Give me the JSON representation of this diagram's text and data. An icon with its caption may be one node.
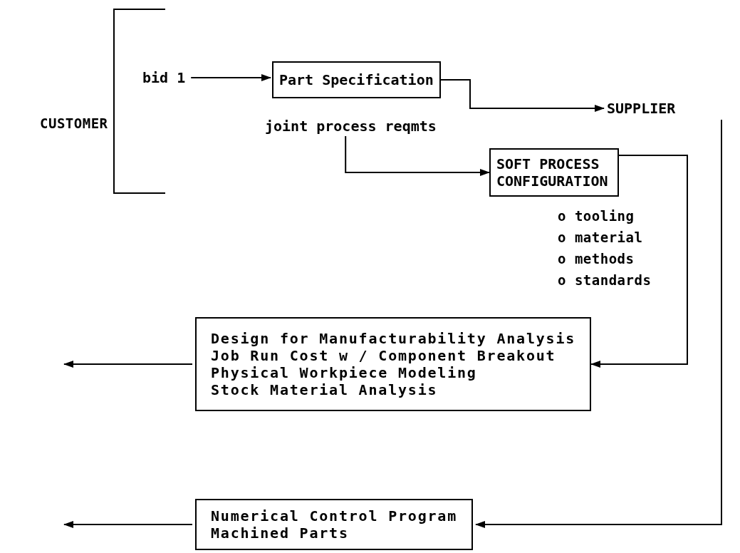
{
  "diagram": {
    "nodes": [
      {
        "text": [
          "bid 1"
        ]
      },
      {
        "text": [
          "Part Specification"
        ]
      },
      {
        "text": [
          "SUPPLIER"
        ]
      },
      {
        "text": [
          "joint process reqmts"
        ]
      },
      {
        "text": [
          "SOFT PROCESS CONFIGURATION"
        ]
      },
      {
        "text": [
          "Design for Manufacturability Analysis",
          "Job Run Cost w / Component Breakout",
          "Physical Workpiece Modeling",
          "Stock Material Analysis"
        ]
      },
      {
        "text": [
          "Numerical Control Program",
          "Machined Parts"
        ]
      }
    ],
    "edges": [
      {
        "from": 0,
        "to": 1,
        "arrow": "to"
      },
      {
        "from": 1,
        "to": 2,
        "arrow": "to"
      },
      {
        "from": 3,
        "to": 4,
        "arrow": "to"
      },
      {
        "from": 4,
        "to": 5,
        "arrow": "to"
      },
      {
        "from": 2,
        "to": 6,
        "arrow": "to"
      },
      {
        "from": 5,
        "to": null,
        "arrow": "to"
      },
      {
        "from": 6,
        "to": null,
        "arrow": "to"
      }
    ],
    "labels": [
      "CUSTOMER",
      "o tooling",
      "o material",
      "o methods",
      "o standards"
    ]
  }
}
